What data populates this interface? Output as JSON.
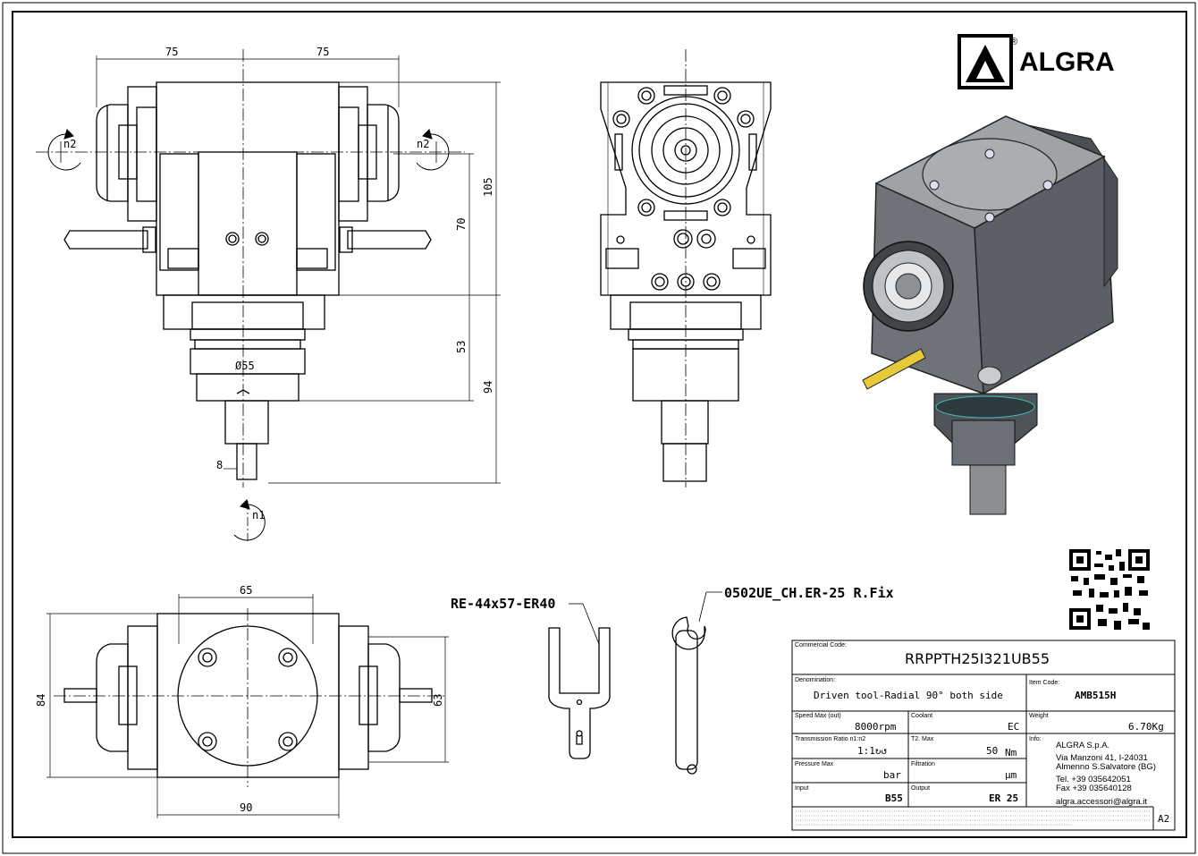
{
  "brand": {
    "name": "ALGRA",
    "registered": "®"
  },
  "dimensions": {
    "left_width": "75",
    "right_width": "75",
    "height_total": "105",
    "height_upper": "70",
    "height_shank": "53",
    "height_lower": "94",
    "diameter": "Ø55",
    "shank_width": "8",
    "plan_top": "65",
    "plan_left": "84",
    "plan_right": "63",
    "plan_bottom": "90"
  },
  "rotation_labels": {
    "left": "n2",
    "right": "n2",
    "bottom": "n1"
  },
  "accessories": {
    "wrench1": "RE-44x57-ER40",
    "wrench2": "0502UE_CH.ER-25 R.Fix"
  },
  "title_block": {
    "commercial_code_label": "Commercial Code:",
    "commercial_code": "RRPPTH25I321UB55",
    "denomination_label": "Denomination:",
    "denomination": "Driven tool-Radial 90° both side",
    "item_code_label": "Item Code:",
    "item_code": "AMB515H",
    "speed_label": "Speed Max (out)",
    "speed": "8000rpm",
    "coolant_label": "Coolant",
    "coolant": "EC",
    "weight_label": "Weight",
    "weight": "6.70Kg",
    "ratio_label": "Transmission Ratio n1:n2",
    "ratio": "1:1↻↺",
    "torque_label": "T2. Max",
    "torque_value": "50",
    "torque_unit": "Nm",
    "pressure_label": "Pressure Max",
    "pressure": "bar",
    "filtration_label": "Filtration",
    "filtration": "µm",
    "input_label": "Input",
    "input": "B55",
    "output_label": "Output",
    "output": "ER 25",
    "info_label": "Info:",
    "info_company": "ALGRA S.p.A.",
    "info_address1": "Via Manzoni 41, I-24031",
    "info_address2": "Almenno S.Salvatore (BG)",
    "info_tel": "Tel. +39 035642051",
    "info_fax": "Fax +39 035640128",
    "info_email": "algra.accessori@algra.it",
    "sheet_size": "A2"
  }
}
